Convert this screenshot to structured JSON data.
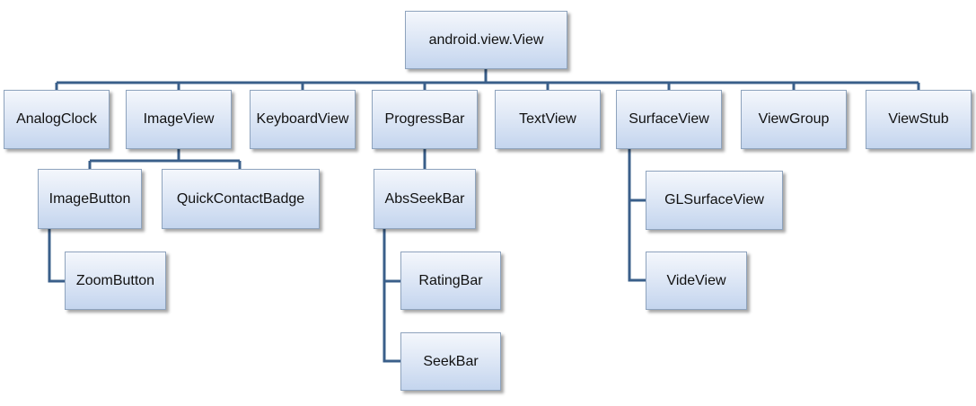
{
  "diagram": {
    "root": "android.view.View",
    "level1": {
      "analog_clock": "AnalogClock",
      "image_view": "ImageView",
      "keyboard_view": "KeyboardView",
      "progress_bar": "ProgressBar",
      "text_view": "TextView",
      "surface_view": "SurfaceView",
      "view_group": "ViewGroup",
      "view_stub": "ViewStub"
    },
    "image_view_children": {
      "image_button": "ImageButton",
      "quick_contact_badge": "QuickContactBadge"
    },
    "image_button_children": {
      "zoom_button": "ZoomButton"
    },
    "progress_bar_children": {
      "abs_seek_bar": "AbsSeekBar"
    },
    "abs_seek_bar_children": {
      "rating_bar": "RatingBar",
      "seek_bar": "SeekBar"
    },
    "surface_view_children": {
      "gl_surface_view": "GLSurfaceView",
      "vide_view": "VideView"
    }
  },
  "colors": {
    "connector": "#3a5f8a",
    "box_border": "#8ea3bd",
    "box_fill_top": "#f4f7fc",
    "box_fill_bottom": "#c4d5ee"
  }
}
